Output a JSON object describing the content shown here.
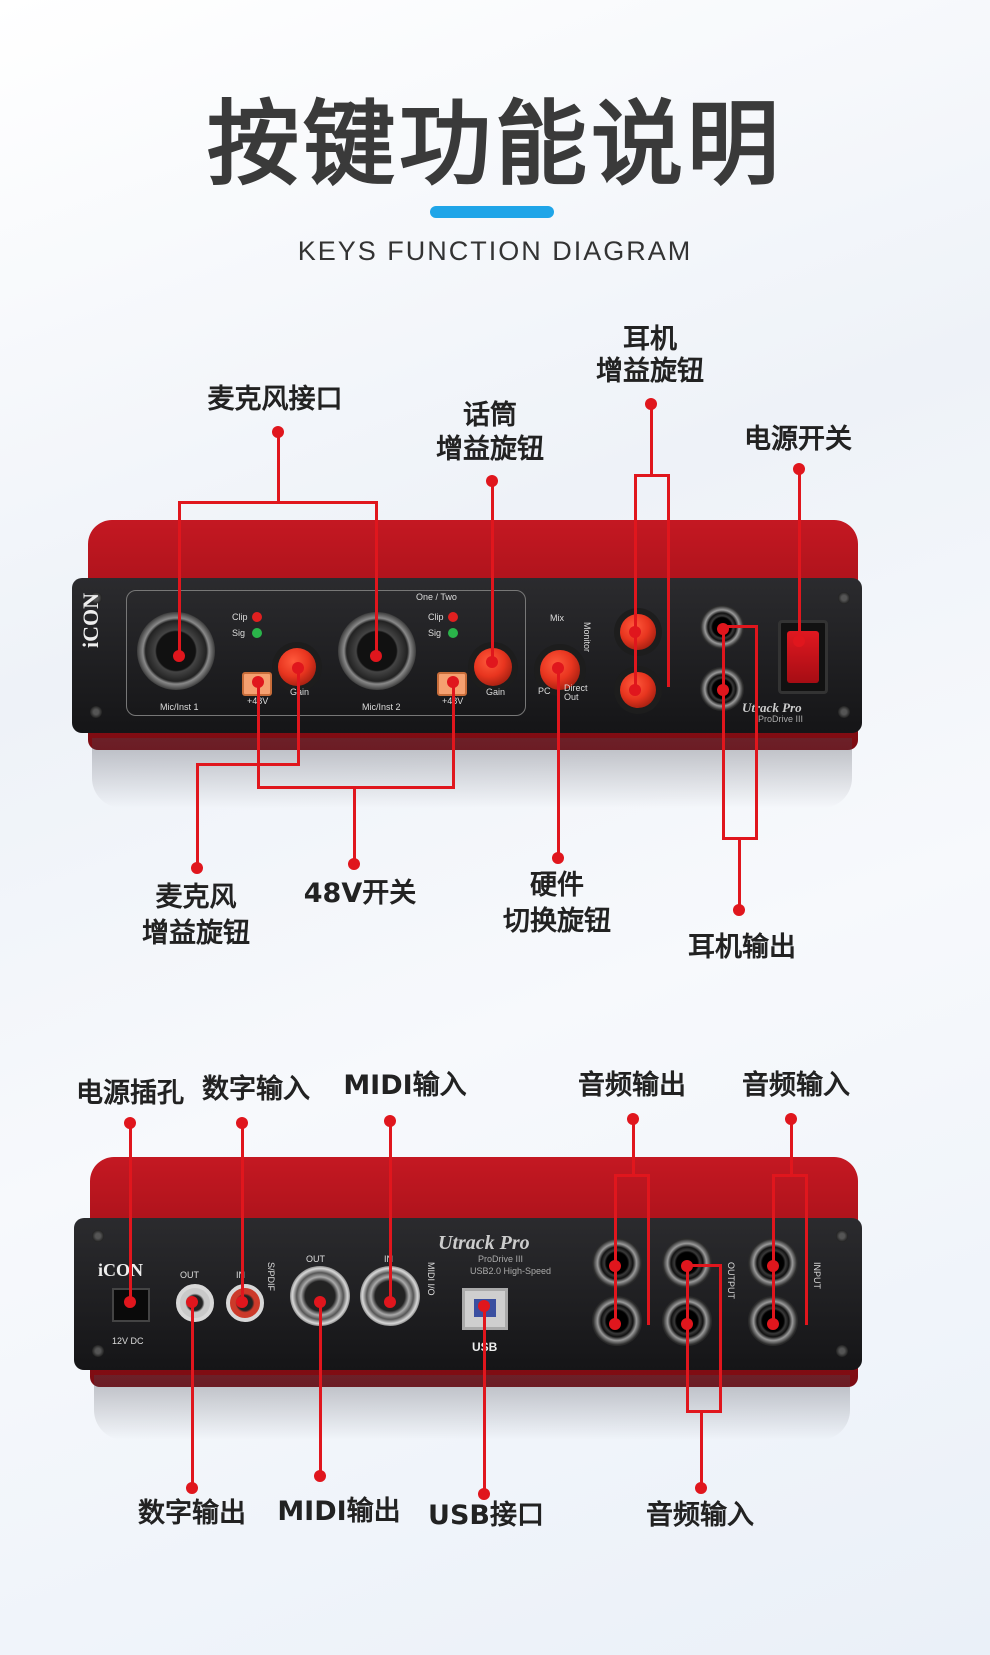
{
  "header": {
    "title": "按键功能说明",
    "subtitle": "KEYS FUNCTION DIAGRAM"
  },
  "front_labels": {
    "mic_jack": "麦克风接口",
    "mic_gain_top_line1": "话筒",
    "mic_gain_top_line2": "增益旋钮",
    "phones_gain_line1": "耳机",
    "phones_gain_line2": "增益旋钮",
    "power_switch": "电源开关",
    "mic_gain_bottom_line1": "麦克风",
    "mic_gain_bottom_line2": "增益旋钮",
    "phantom_48v": "48V开关",
    "monitor_knob_line1": "硬件",
    "monitor_knob_line2": "切换旋钮",
    "phones_out": "耳机输出"
  },
  "back_labels": {
    "power_jack": "电源插孔",
    "spdif_in": "数字输入",
    "midi_in": "MIDI输入",
    "audio_out": "音频输出",
    "audio_in_top": "音频输入",
    "spdif_out": "数字输出",
    "midi_out": "MIDI输出",
    "usb": "USB接口",
    "audio_in_bottom": "音频输入"
  },
  "front_panel": {
    "brand": "iCON",
    "ch1_label": "Mic/Inst 1",
    "ch2_label": "Mic/Inst 2",
    "clip": "Clip",
    "sig": "Sig",
    "gain": "Gain",
    "phantom": "+48V",
    "one_two": "One / Two",
    "mix": "Mix",
    "pc": "PC",
    "direct_out": "Direct Out",
    "monitor": "Monitor",
    "model": "Utrack Pro",
    "sub_model": "ProDrive III"
  },
  "back_panel": {
    "brand": "iCON",
    "out": "OUT",
    "in": "IN",
    "spdif": "S/PDIF",
    "midi_io": "MIDI I/O",
    "model": "Utrack Pro",
    "sub_model": "ProDrive III",
    "usb_speed": "USB2.0 High-Speed",
    "usb": "USB",
    "power": "12V DC",
    "output": "OUTPUT",
    "input": "INPUT"
  },
  "colors": {
    "accent_line": "#e0161d",
    "title_bar": "#1fa5e8",
    "device_red": "#c41822",
    "knob_orange": "#e8351f"
  }
}
